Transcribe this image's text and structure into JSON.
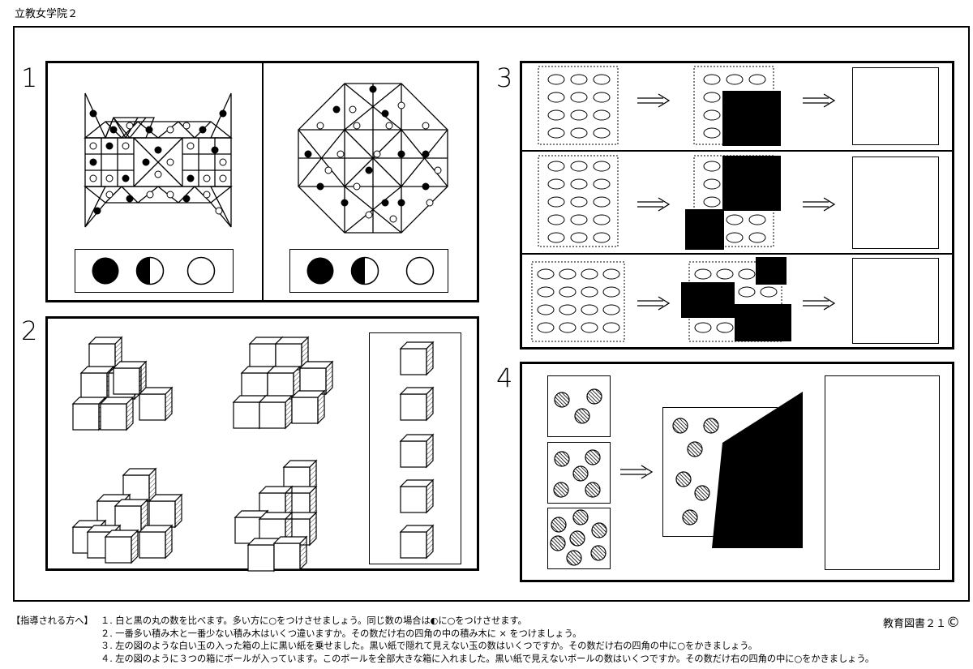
{
  "header": {
    "title": "立教女学院２"
  },
  "sections": {
    "q1": {
      "number": "1"
    },
    "q2": {
      "number": "2"
    },
    "q3": {
      "number": "3"
    },
    "q4": {
      "number": "4"
    }
  },
  "footer": {
    "label": "【指導される方へ】",
    "instructions": [
      "１. 白と黒の丸の数を比べます。多い方に○をつけさせましょう。同じ数の場合は◐に○をつけさせます。",
      "２. 一番多い積み木と一番少ない積み木はいくつ違いますか。その数だけ右の四角の中の積み木に × をつけましょう。",
      "３. 左の図のような白い玉の入った箱の上に黒い紙を乗せました。黒い紙で隠れて見えない玉の数はいくつですか。その数だけ右の四角の中に○をかきましょう。",
      "４. 左の図のように３つの箱にボールが入っています。このボールを全部大きな箱に入れました。黒い紙で見えないボールの数はいくつですか。その数だけ右の四角の中に○をかきましょう。"
    ],
    "publisher": "教育図書２１",
    "copyright_mark": "©"
  },
  "icons": {
    "arrow": "double-right-arrow-icon",
    "answer_black": "black-circle-icon",
    "answer_half": "half-circle-icon",
    "answer_white": "white-circle-icon"
  }
}
